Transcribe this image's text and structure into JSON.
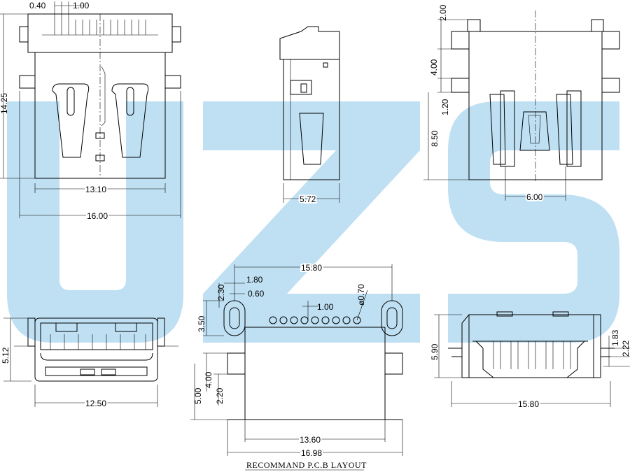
{
  "watermark": {
    "text": "UZS",
    "color": "#bfe0f3"
  },
  "line_color": "#000000",
  "dimensions": {
    "top_pitch_a": "0.40",
    "top_pitch_b": "1.00",
    "front_height": "14.25",
    "front_inner_width": "13.10",
    "front_outer_width": "16.00",
    "side_width": "5.72",
    "rear_d1": "2.00",
    "rear_d2": "4.00",
    "rear_d3": "1.20",
    "rear_d4": "8.50",
    "rear_width": "6.00",
    "port_height": "5.12",
    "port_width": "12.50",
    "pcb_width": "15.80",
    "pcb_d1": "1.80",
    "pcb_d2": "0.60",
    "pcb_d3": "2.30",
    "pcb_pitch": "1.00",
    "pcb_hole": "ø0.70",
    "pcb_d4": "3.50",
    "pcb_d5": "5.00",
    "pcb_d6": "4.00",
    "pcb_d7": "2.20",
    "pcb_inner": "13.60",
    "pcb_outer": "16.98",
    "bottom_d1": "5.90",
    "bottom_d2": "1.83",
    "bottom_d3": "2.22",
    "bottom_width": "15.80"
  },
  "caption": "RECOMMAND P.C.B LAYOUT"
}
